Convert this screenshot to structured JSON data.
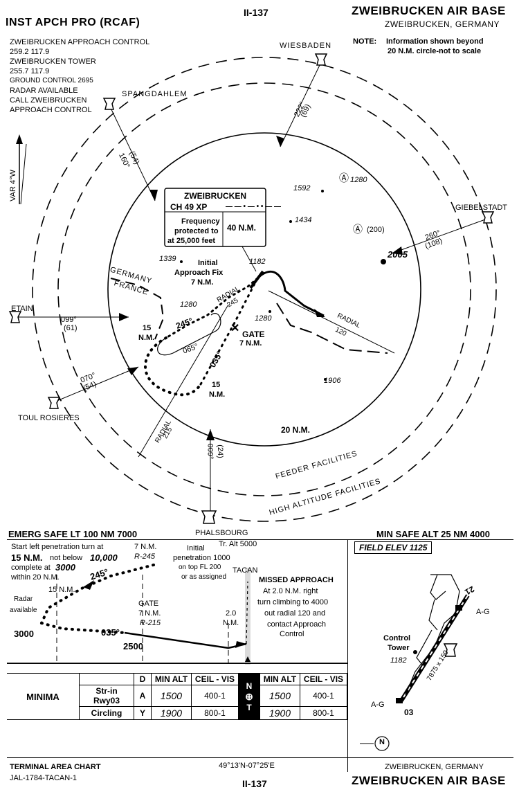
{
  "header": {
    "left_title": "INST APCH PRO (RCAF)",
    "page_code": "II-137",
    "right_title": "ZWEIBRUCKEN AIR BASE",
    "right_sub": "ZWEIBRUCKEN, GERMANY"
  },
  "comm": {
    "line1": "ZWEIBRUCKEN APPROACH CONTROL",
    "line2": "259.2   117.9",
    "line3": "ZWEIBRUCKEN TOWER",
    "line4": "255.7   117.9",
    "line5": "GROUND CONTROL 2695",
    "line6": "RADAR AVAILABLE",
    "line7": "CALL ZWEIBRUCKEN",
    "line8": "APPROACH CONTROL"
  },
  "note": {
    "label": "NOTE:",
    "line1": "Information shown beyond",
    "line2": "20 N.M. circle-not to scale"
  },
  "variation": "VAR 4°W",
  "plan": {
    "facilities": {
      "wiesbaden": "WIESBADEN",
      "spangdahlem": "SPANGDAHLEM",
      "giebelstadt": "GIEBELSTADT",
      "etain": "ETAIN",
      "toul": "TOUL ROSIERES",
      "phalsbourg": "PHALSBOURG"
    },
    "radials": {
      "wiesbaden_deg": "222°",
      "wiesbaden_nm": "(69)",
      "spang_deg": "160°",
      "spang_nm": "(54)",
      "gieb_deg": "260°",
      "gieb_nm": "(108)",
      "etain_deg": "099°",
      "etain_nm": "(61)",
      "toul_deg": "070°",
      "toul_nm": "(54)",
      "phals_deg": "009°",
      "phals_nm": "(24)"
    },
    "tacan_box": {
      "name": "ZWEIBRUCKEN",
      "channel": "CH 49  XP",
      "morse": "— — • — • • — —",
      "freq1": "Frequency",
      "freq2": "protected to",
      "freq3": "at 25,000 feet",
      "dist": "40 N.M."
    },
    "elevations": {
      "e1592": "1592",
      "e1434": "1434",
      "e1280a": "1280",
      "e200": "(200)",
      "e2005": "2005",
      "e1339": "1339",
      "e1182": "1182",
      "e1280b": "1280",
      "e1280c": "1280",
      "e1906": "1906"
    },
    "labels": {
      "iaf1": "Initial",
      "iaf2": "Approach Fix",
      "iaf3": "7 N.M.",
      "germany": "GERMANY",
      "france": "FRANCE",
      "radial245_a": "RADIAL",
      "radial245_b": "245",
      "radial120_a": "RADIAL",
      "radial120_b": "120",
      "radial215_a": "RADIAL",
      "radial215_b": "215",
      "gate1": "GATE",
      "gate2": "7 N.M.",
      "nm15a1": "15",
      "nm15a2": "N.M.",
      "nm15b1": "15",
      "nm15b2": "N.M.",
      "hdg245": "245°",
      "hdg065": "065°",
      "hdg035": "035°",
      "ring20": "20 N.M.",
      "feeder": "FEEDER FACILITIES",
      "high": "HIGH ALTITUDE FACILITIES"
    }
  },
  "safe": {
    "emerg": "EMERG SAFE   LT 100 NM 7000",
    "min": "MIN SAFE ALT 25 NM 4000"
  },
  "profile": {
    "notes1": "Start left penetration turn at",
    "notes2a": "15 N.M.",
    "notes2b": "not below",
    "notes2c": "10,000",
    "notes3a": "complete at",
    "notes3b": "3000",
    "notes4": "within 20 N.M.",
    "r245_1": "7 N.M.",
    "r245_2": "R-245",
    "init1": "Initial",
    "init2": "penetration 1000",
    "init3": "on top FL 200",
    "init4": "or as assigned",
    "tralt": "Tr. Alt 5000",
    "tacan": "TACAN",
    "nm15_1": "15 N.M.",
    "radar1": "Radar",
    "radar2": "available",
    "alt3000": "3000",
    "hdg245": "245°",
    "hdg035": "035°",
    "gate1": "GATE",
    "gate2": "7 N.M.",
    "gate3": "R-215",
    "alt2500": "2500",
    "nm20_1": "2.0",
    "nm20_2": "N.M.",
    "miss1": "MISSED APPROACH",
    "miss2": "At 2.0 N.M. right",
    "miss3": "turn climbing to 4000",
    "miss4": "out radial 120 and",
    "miss5": "contact Approach",
    "miss6": "Control"
  },
  "minima": {
    "title": "MINIMA",
    "head_d": "D",
    "head_minalt": "MIN ALT",
    "head_ceilvis": "CEIL - VIS",
    "head_minalt2": "MIN ALT",
    "head_ceilvis2": "CEIL - VIS",
    "row1_label": "Str-in Rwy03",
    "row1_code": "A",
    "row1_alt": "1500",
    "row1_cv": "400-1",
    "row1_alt2": "1500",
    "row1_cv2": "400-1",
    "row2_label": "Circling",
    "row2_code": "Y",
    "row2_alt": "1900",
    "row2_cv": "800-1",
    "row2_alt2": "1900",
    "row2_cv2": "800-1",
    "nt_n": "N",
    "nt_t": "T"
  },
  "airport": {
    "field_elev": "FIELD ELEV 1125",
    "rwy21": "21",
    "rwy03": "03",
    "ag_top": "A-G",
    "ag_bot": "A-G",
    "tower1": "Control",
    "tower2": "Tower",
    "tower3": "1182",
    "rwy_dim": "7875 x 150",
    "north": "N"
  },
  "footer": {
    "left1": "TERMINAL AREA CHART",
    "left2": "JAL-1784-TACAN-1",
    "coords": "49°13'N-07°25'E",
    "page_code": "II-137",
    "right1": "ZWEIBRUCKEN, GERMANY",
    "right2": "ZWEIBRUCKEN AIR BASE"
  }
}
